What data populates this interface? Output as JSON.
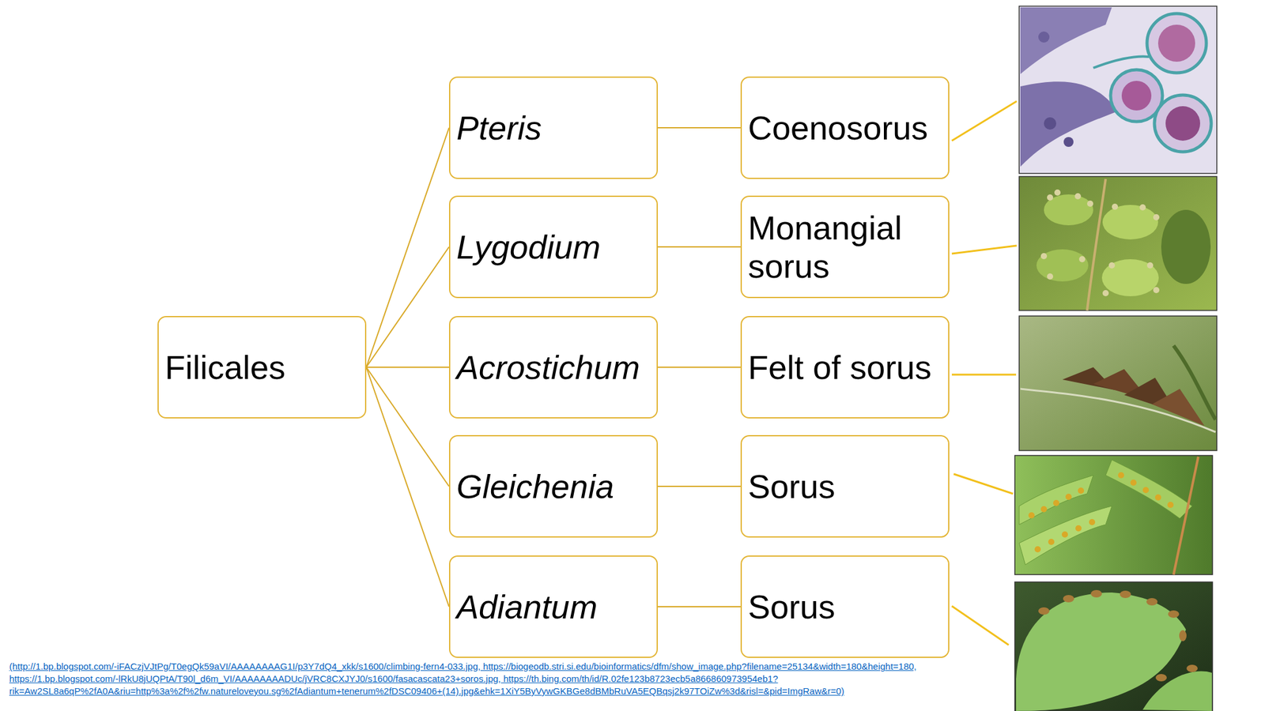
{
  "diagram": {
    "nodes": [
      {
        "text": [
          "Filicales"
        ]
      },
      {
        "text": [
          "Pteris"
        ]
      },
      {
        "text": [
          "Coenosorus"
        ]
      },
      {
        "text": [
          "Lygodium"
        ]
      },
      {
        "text": [
          "Monangial sorus"
        ]
      },
      {
        "text": [
          "Acrostichum"
        ]
      },
      {
        "text": [
          "Felt of sorus"
        ]
      },
      {
        "text": [
          "Gleichenia"
        ]
      },
      {
        "text": [
          "Sorus"
        ]
      },
      {
        "text": [
          "Adiantum"
        ]
      },
      {
        "text": [
          "Sorus"
        ]
      }
    ],
    "edges": [
      {
        "from": 0,
        "to": 1,
        "arrow": "none"
      },
      {
        "from": 0,
        "to": 3,
        "arrow": "none"
      },
      {
        "from": 0,
        "to": 5,
        "arrow": "none"
      },
      {
        "from": 0,
        "to": 7,
        "arrow": "none"
      },
      {
        "from": 0,
        "to": 9,
        "arrow": "none"
      },
      {
        "from": 1,
        "to": 2,
        "arrow": "none"
      },
      {
        "from": 3,
        "to": 4,
        "arrow": "none"
      },
      {
        "from": 5,
        "to": 6,
        "arrow": "none"
      },
      {
        "from": 7,
        "to": 8,
        "arrow": "none"
      },
      {
        "from": 9,
        "to": 10,
        "arrow": "none"
      }
    ],
    "labels": [
      "(http://1.bp.blogspot.com/-iFACzjVJtPg/T0egQk59aVI/AAAAAAAAG1I/p3Y7dQ4_xkk/s1600/climbing-fern4-033.jpg, https://biogeodb.stri.si.edu/bioinformatics/dfm/show_image.php?filename=25134&width=180&height=180, https://1.bp.blogspot.com/-lRkU8jUQPtA/T90l_d6m_VI/AAAAAAAADUc/jVRC8CXJYJ0/s1600/fasacascata23+soros.jpg, https://th.bing.com/th/id/R.02fe123b8723ecb5a866860973954eb1?rik=Aw2SL8a6qP%2fA0A&riu=http%3a%2f%2fw.natureloveyou.sg%2fAdiantum+tenerum%2fDSC09406+(14).jpg&ehk=1XiY5ByVywGKBGe8dBMbRuVA5EQBqsj2k97TOiZw%3d&risl=&pid=ImgRaw&r=0)"
    ]
  }
}
